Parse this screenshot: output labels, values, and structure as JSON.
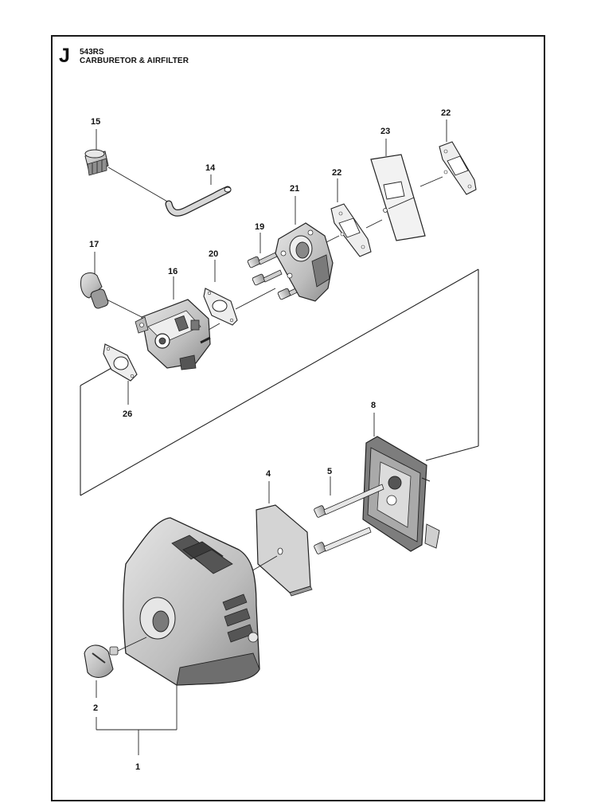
{
  "header": {
    "section_letter": "J",
    "model": "543RS",
    "title": "CARBURETOR & AIRFILTER"
  },
  "callouts": {
    "c15": "15",
    "c14": "14",
    "c17": "17",
    "c16": "16",
    "c20": "20",
    "c19": "19",
    "c21": "21",
    "c22a": "22",
    "c23": "23",
    "c22b": "22",
    "c26": "26",
    "c8": "8",
    "c4": "4",
    "c5": "5",
    "c2": "2",
    "c1": "1"
  },
  "colors": {
    "ink": "#111111",
    "part_fill": "#d2d2d2",
    "part_dark": "#555555",
    "part_light": "#eeeeee"
  }
}
